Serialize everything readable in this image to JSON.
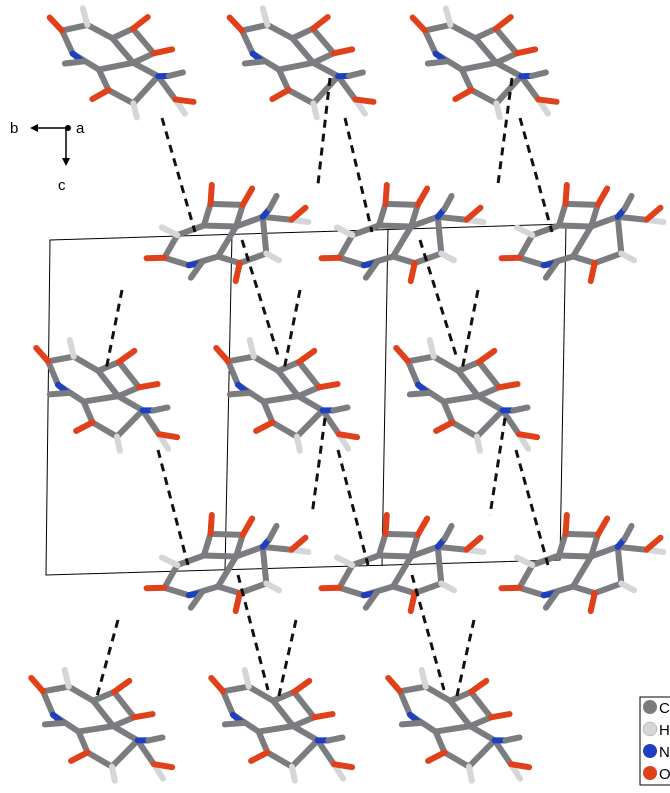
{
  "axes": {
    "b": "b",
    "a": "a",
    "c": "c"
  },
  "legend": {
    "items": [
      {
        "label": "C",
        "color": "#7a7c80"
      },
      {
        "label": "H",
        "color": "#d4d6d8"
      },
      {
        "label": "N",
        "color": "#1e3fbf"
      },
      {
        "label": "O",
        "color": "#e0401a"
      }
    ]
  },
  "colors": {
    "carbon": "#7a7c80",
    "hydrogen": "#d4d6d8",
    "nitrogen": "#1e3fbf",
    "oxygen": "#e0401a",
    "hbond": "#111111",
    "cell": "#000000"
  }
}
